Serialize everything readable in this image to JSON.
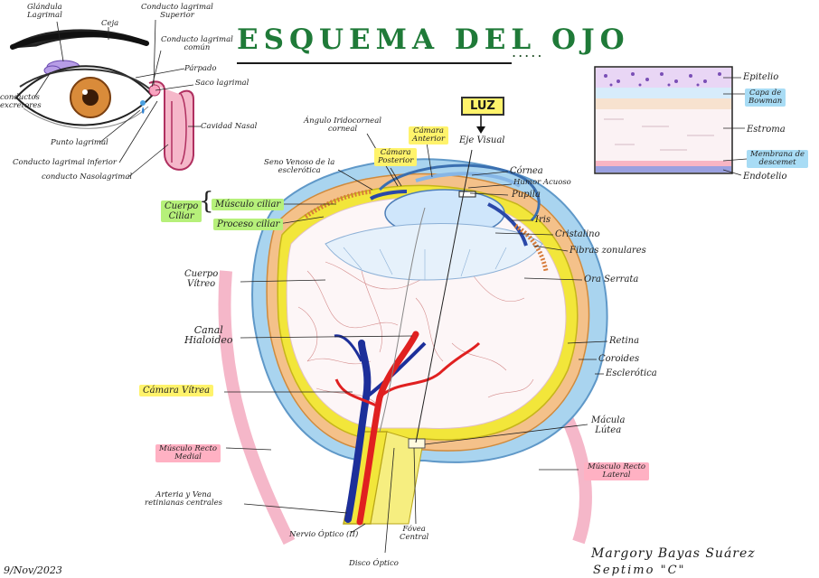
{
  "title": "ESQUEMA DEL OJO",
  "title_dots": ".....",
  "luz": "LUZ",
  "date": "9/Nov/2023",
  "author": "Margory Bayas Suárez",
  "section": "Septimo \"C\"",
  "external_eye": {
    "glandula_lagrimal": [
      "Glándula",
      "Lagrimal"
    ],
    "ceja": "Ceja",
    "conducto_superior": [
      "Conducto lagrimal",
      "Superior"
    ],
    "conducto_comun": [
      "Conducto lagrimal",
      "común"
    ],
    "parpado": "Párpado",
    "saco_lagrimal": "Saco lagrimal",
    "conductos_excretores": [
      "conductos",
      "excretores"
    ],
    "cavidad_nasal": "Cavidad Nasal",
    "punto_lagrimal": "Punto lagrimal",
    "conducto_inferior": "Conducto lagrimal inferior",
    "conducto_nasolagrimal": "conducto Nasolagrimal"
  },
  "cornea_inset": {
    "epitelio": "Epitelio",
    "capa_bowman": [
      "Capa de",
      "Bowman"
    ],
    "estroma": "Estroma",
    "membrana_descemet": [
      "Membrana de",
      "descemet"
    ],
    "endotelio": "Endotelio"
  },
  "main_eye": {
    "angulo_iridocorneal": [
      "Ángulo Iridocorneal",
      "corneal"
    ],
    "camara_anterior": [
      "Cámara",
      "Anterior"
    ],
    "eje_visual": "Eje Visual",
    "camara_posterior": [
      "Cámara",
      "Posterior"
    ],
    "seno_venoso": [
      "Seno Venoso de la",
      "esclerótica"
    ],
    "cornea": "Córnea",
    "humor_acuoso": "Humor Acuoso",
    "pupila": "Pupila",
    "cuerpo_ciliar": [
      "Cuerpo",
      "Ciliar"
    ],
    "musculo_ciliar": "Músculo ciliar",
    "proceso_ciliar": "Proceso ciliar",
    "iris": "Iris",
    "cristalino": "Cristalino",
    "fibras_zonulares": "Fibras zonulares",
    "cuerpo_vitreo": [
      "Cuerpo",
      "Vítreo"
    ],
    "ora_serrata": "Ora Serrata",
    "canal_hialoideo": [
      "Canal",
      "Hialoideo"
    ],
    "retina": "Retina",
    "coroides": "Coroides",
    "esclerotica": "Esclerótica",
    "camara_vitrea": "Cámara Vítrea",
    "macula_lutea": [
      "Mácula",
      "Lútea"
    ],
    "musculo_recto_medial": [
      "Músculo Recto",
      "Medial"
    ],
    "musculo_recto_lateral": [
      "Músculo Recto",
      "Lateral"
    ],
    "arteria_vena": [
      "Arteria y Vena",
      "retinianas centrales"
    ],
    "fovea_central": [
      "Fóvea",
      "Central"
    ],
    "nervio_optico": "Nervio Óptico (II)",
    "disco_optico": "Disco Óptico"
  },
  "colors": {
    "title": "#1f7a38",
    "sclera": "#a9d4ef",
    "choroid": "#f4c18a",
    "retina": "#f2e63a",
    "artery": "#e02020",
    "vein": "#1d2f9a",
    "muscle": "#f5b7c9",
    "highlight_yellow": "#fff36b",
    "highlight_green": "#b6f07a",
    "highlight_pink": "#ffb1c3",
    "highlight_blue": "#a8dcf5"
  }
}
